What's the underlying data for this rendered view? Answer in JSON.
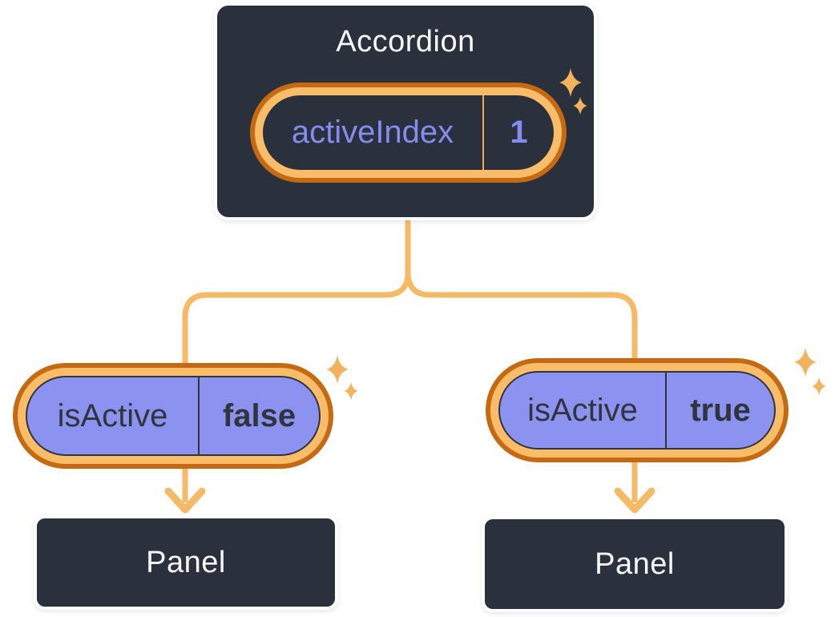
{
  "diagram": {
    "accordion": {
      "title": "Accordion",
      "state": {
        "name": "activeIndex",
        "value": "1"
      }
    },
    "branches": [
      {
        "prop": {
          "name": "isActive",
          "value": "false"
        },
        "panel_label": "Panel"
      },
      {
        "prop": {
          "name": "isActive",
          "value": "true"
        },
        "panel_label": "Panel"
      }
    ],
    "icons": {
      "sparkle": "sparkle-icon",
      "arrow": "arrow-down-icon"
    },
    "colors": {
      "background": "#ffffff",
      "node_fill": "#2b313c",
      "node_border": "#ffffff",
      "node_text": "#f6f7f9",
      "pill_fill": "#8b92f0",
      "pill_ring_outer": "#c56a12",
      "pill_ring_light": "#f9bc69",
      "pill_text_dark": "#30353d",
      "pill_text_purple": "#848cf0",
      "divider_orange": "#f0ab52",
      "connector": "#f6ba66",
      "sparkle": "#f3b25c"
    }
  }
}
